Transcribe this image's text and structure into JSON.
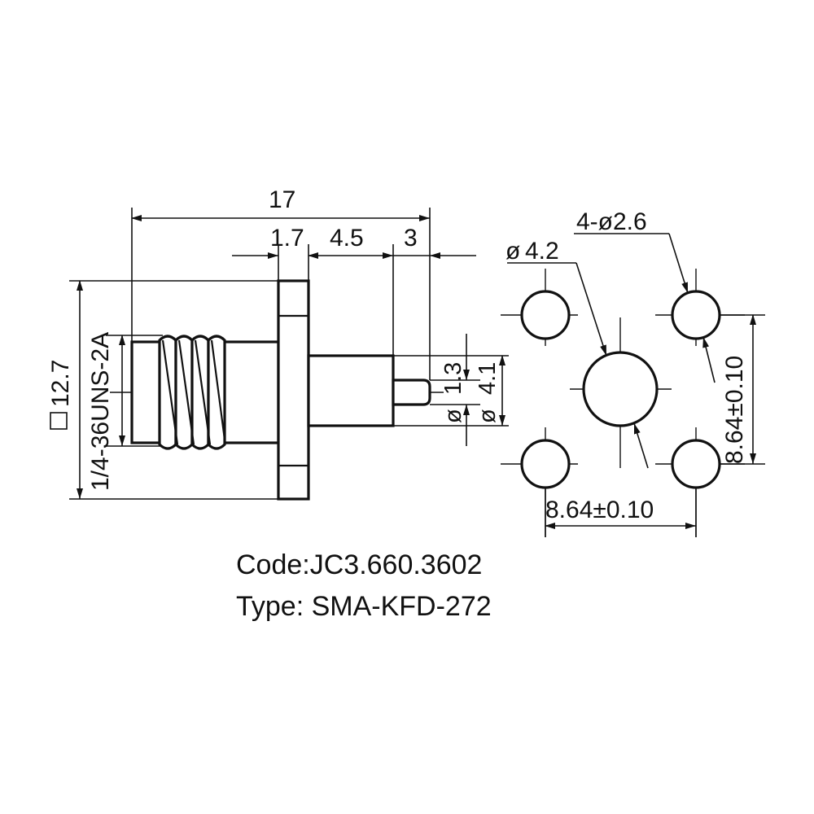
{
  "side_view": {
    "overall_length": "17",
    "flange_thickness": "1.7",
    "body_length": "4.5",
    "pin_length": "3",
    "flange_square": "12.7",
    "thread_spec": "1/4-36UNS-2A",
    "pin_diameter": "1.3",
    "body_diameter": "4.1",
    "diameter_symbol": "ø"
  },
  "front_view": {
    "center_hole": "4.2",
    "mount_holes": "4-ø2.6",
    "spacing_vertical": "8.64±0.10",
    "spacing_horizontal": "8.64±0.10",
    "diameter_symbol": "ø"
  },
  "caption": {
    "code": "Code:JC3.660.3602",
    "type": "Type: SMA-KFD-272"
  }
}
